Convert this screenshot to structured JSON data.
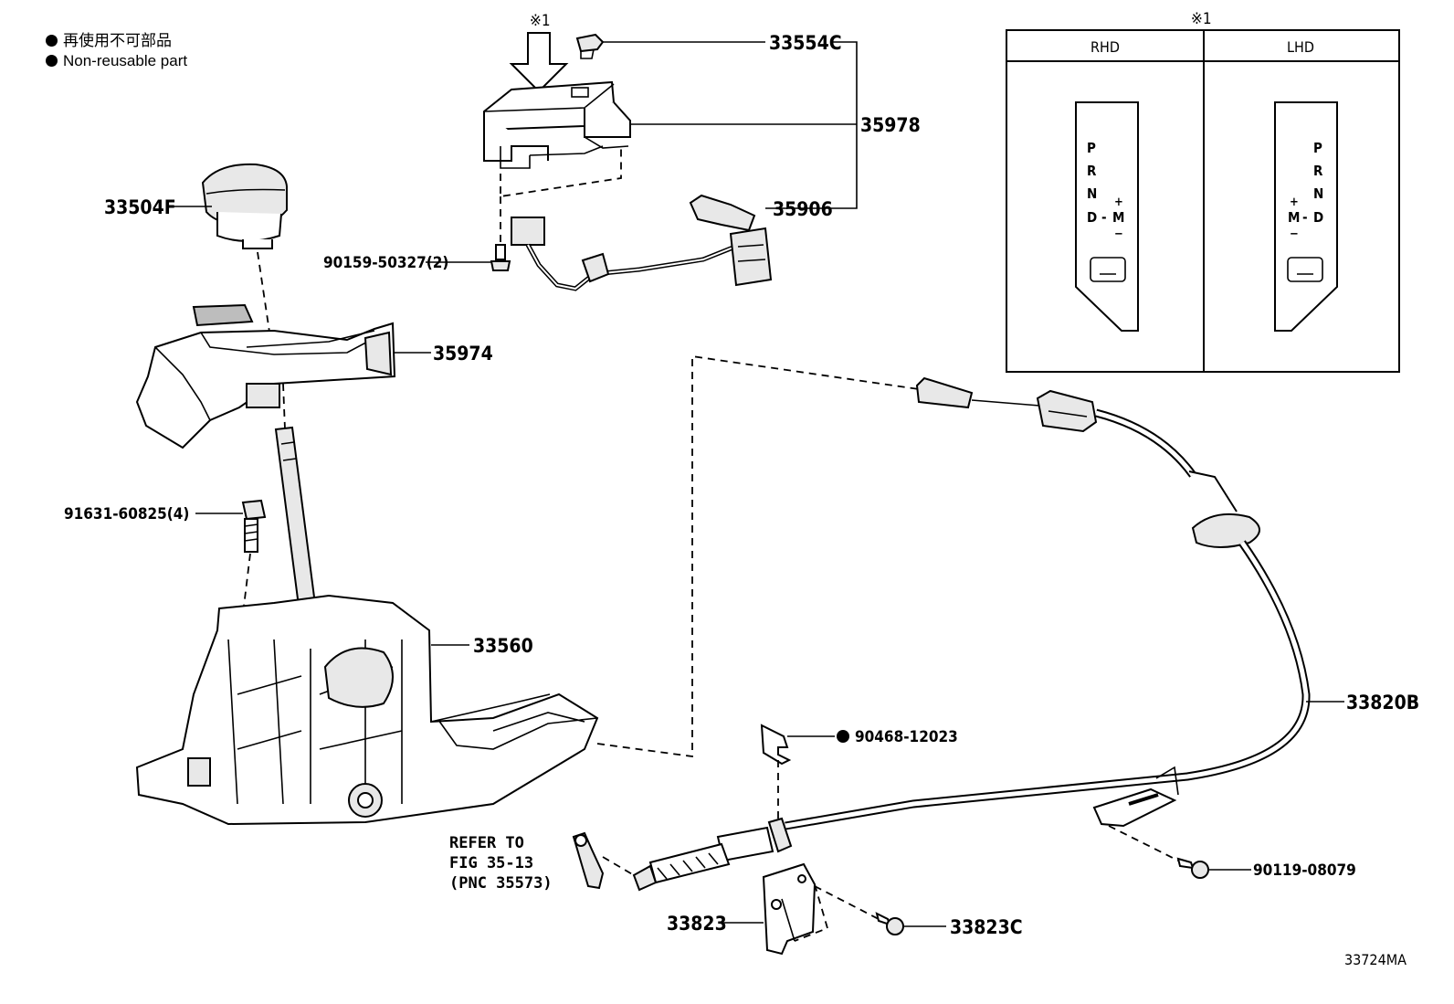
{
  "legend": {
    "line_jp": "再使用不可部品",
    "line_en": "Non-reusable part"
  },
  "callouts": {
    "p33554C": "33554C",
    "p35978": "35978",
    "p35906": "35906",
    "p33504F": "33504F",
    "p90159": "90159-50327(2)",
    "p35974": "35974",
    "p91631": "91631-60825(4)",
    "p33560": "33560",
    "p33820B": "33820B",
    "p90468": "90468-12023",
    "p90119": "90119-08079",
    "p33823": "33823",
    "p33823C": "33823C"
  },
  "refer": {
    "line1": "REFER TO",
    "line2": "FIG 35-13",
    "line3": "(PNC 35573)"
  },
  "note_mark": "※1",
  "inset": {
    "mark": "※1",
    "col_rhd": "RHD",
    "col_lhd": "LHD",
    "rhd_left": [
      "P",
      "R",
      "N",
      "D"
    ],
    "rhd_right": [
      "+",
      "M",
      "−"
    ],
    "lhd_right": [
      "P",
      "R",
      "N",
      "D"
    ],
    "lhd_left": [
      "+",
      "M",
      "−"
    ],
    "dash": "-"
  },
  "figure_code": "33724MA"
}
